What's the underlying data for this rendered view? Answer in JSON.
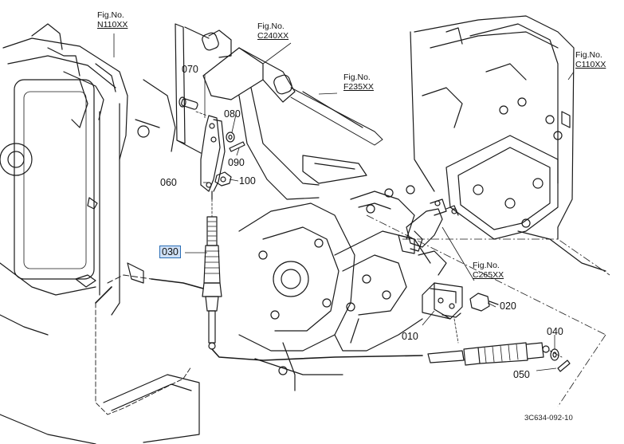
{
  "fig_refs": [
    {
      "line1": "Fig.No.",
      "line2": "N110XX"
    },
    {
      "line1": "Fig.No.",
      "line2": "C240XX"
    },
    {
      "line1": "Fig.No.",
      "line2": "F235XX"
    },
    {
      "line1": "Fig.No.",
      "line2": "C110XX"
    },
    {
      "line1": "Fig.No.",
      "line2": "C265XX"
    }
  ],
  "parts": [
    "070",
    "080",
    "090",
    "060",
    "100",
    "030",
    "020",
    "010",
    "040",
    "050"
  ],
  "highlighted_part": "030",
  "doc_id": "3C634-092-10"
}
